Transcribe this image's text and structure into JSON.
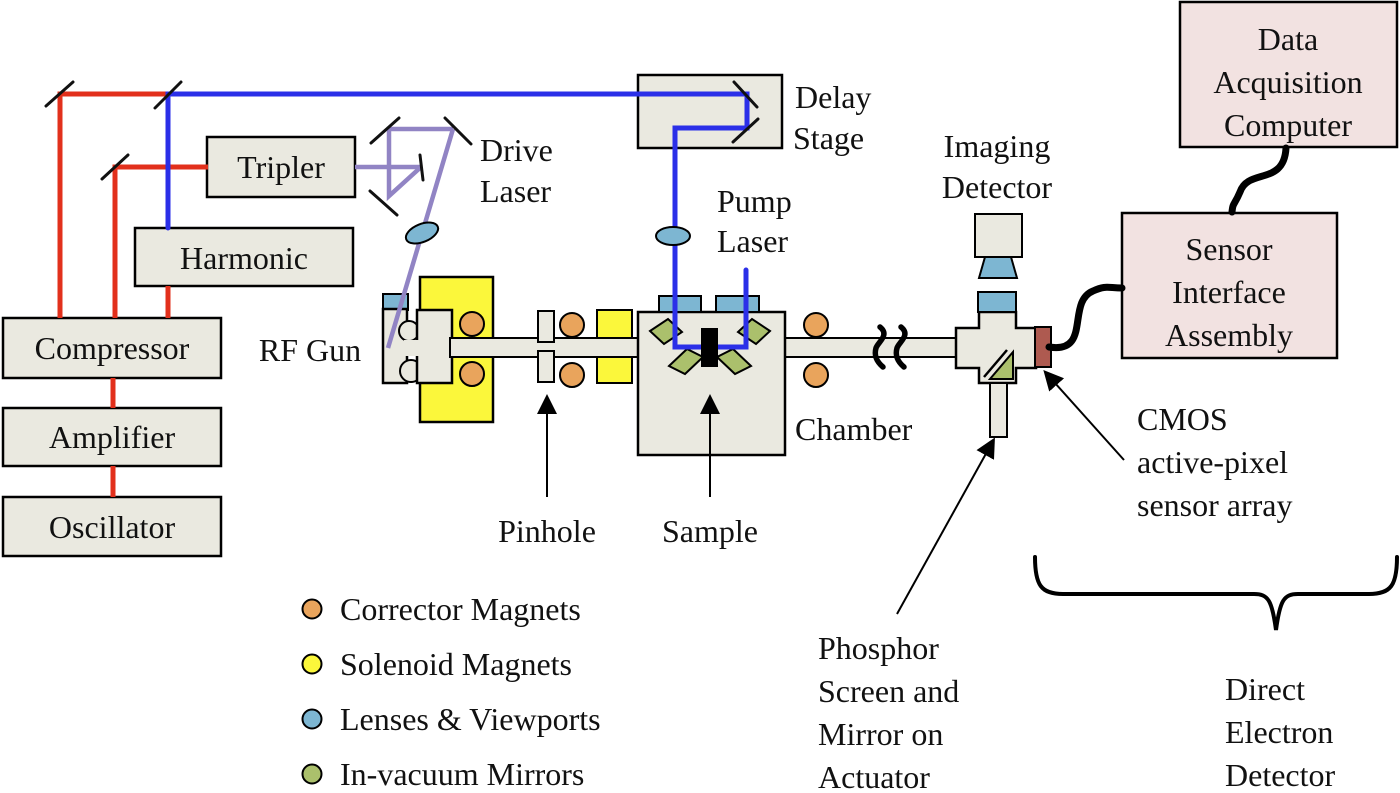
{
  "colors": {
    "red_beam": "#E2301C",
    "blue_beam": "#2B2FE8",
    "uv_beam": "#9184C4",
    "box_fill": "#EAE9E0",
    "box_pink": "#F2E2E1",
    "yellow": "#FBF73B",
    "orange": "#E9A45C",
    "blue_optic": "#7DB6D2",
    "green_mirror": "#ABC06C",
    "maroon_sensor": "#AE5A50",
    "sample_black": "#000000"
  },
  "boxes": {
    "tripler": {
      "label": "Tripler"
    },
    "harmonic": {
      "label": "Harmonic"
    },
    "compressor": {
      "label": "Compressor"
    },
    "amplifier": {
      "label": "Amplifier"
    },
    "oscillator": {
      "label": "Oscillator"
    },
    "daq": {
      "lines": [
        "Data",
        "Acquisition",
        "Computer"
      ]
    },
    "sia": {
      "lines": [
        "Sensor",
        "Interface",
        "Assembly"
      ]
    }
  },
  "labels": {
    "rf_gun": "RF Gun",
    "drive_laser": [
      "Drive",
      "Laser"
    ],
    "delay_stage": [
      "Delay",
      "Stage"
    ],
    "pump_laser": [
      "Pump",
      "Laser"
    ],
    "imaging_detector": [
      "Imaging",
      "Detector"
    ],
    "chamber": "Chamber",
    "pinhole": "Pinhole",
    "sample": "Sample",
    "cmos": [
      "CMOS",
      "active-pixel",
      "sensor array"
    ],
    "phosphor": [
      "Phosphor",
      "Screen and",
      "Mirror on",
      "Actuator"
    ],
    "direct_electron": [
      "Direct",
      "Electron",
      "Detector"
    ]
  },
  "legend": {
    "items": [
      {
        "label": "Corrector Magnets",
        "color": "#E9A45C"
      },
      {
        "label": "Solenoid Magnets",
        "color": "#FBF73B"
      },
      {
        "label": "Lenses & Viewports",
        "color": "#7DB6D2"
      },
      {
        "label": "In-vacuum Mirrors",
        "color": "#ABC06C"
      }
    ]
  }
}
